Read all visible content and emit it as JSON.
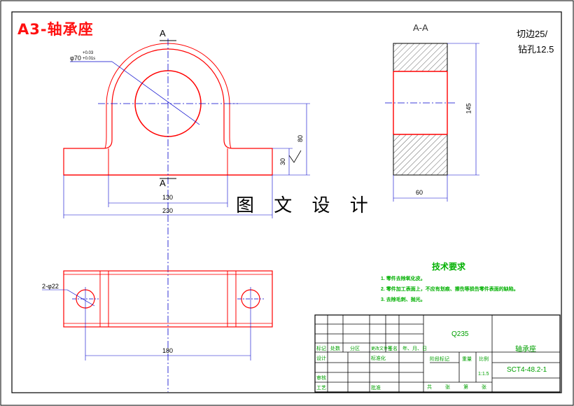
{
  "title": "A3-轴承座",
  "watermark": "图 文 设 计",
  "section_marks": {
    "top": "A",
    "bottom": "A",
    "section_title": "A-A"
  },
  "roughness": {
    "line1": "切边25/",
    "line2": "钻孔12.5"
  },
  "bore_label": "φ70",
  "bore_tol_upper": "+0.03",
  "bore_tol_lower": "+0.01s",
  "dims": {
    "d130": "130",
    "d230": "230",
    "d80": "80",
    "d30": "30",
    "d145": "145",
    "d60": "60",
    "d180": "180",
    "holes": "2-φ22"
  },
  "tech": {
    "heading": "技术要求",
    "items": [
      "1. 零件去除氧化皮。",
      "2. 零件加工表面上，不应有划痕、擦伤等损伤零件表面的缺陷。",
      "3. 去除毛刺、抛光。"
    ]
  },
  "title_block": {
    "material": "Q235",
    "part_name": "轴承座",
    "drawing_no": "SCT4-48.2-1",
    "scale": "1:1.5",
    "headers": [
      "标记",
      "处数",
      "分区",
      "更改文件号",
      "签名",
      "年、月、日"
    ],
    "design": "设计",
    "standard": "标准化",
    "review": "审核",
    "process": "工艺",
    "approve": "批准",
    "stage": "阶段标记",
    "weight": "重量",
    "ratio": "比例",
    "sheets": [
      "共",
      "张",
      "第",
      "张"
    ]
  }
}
